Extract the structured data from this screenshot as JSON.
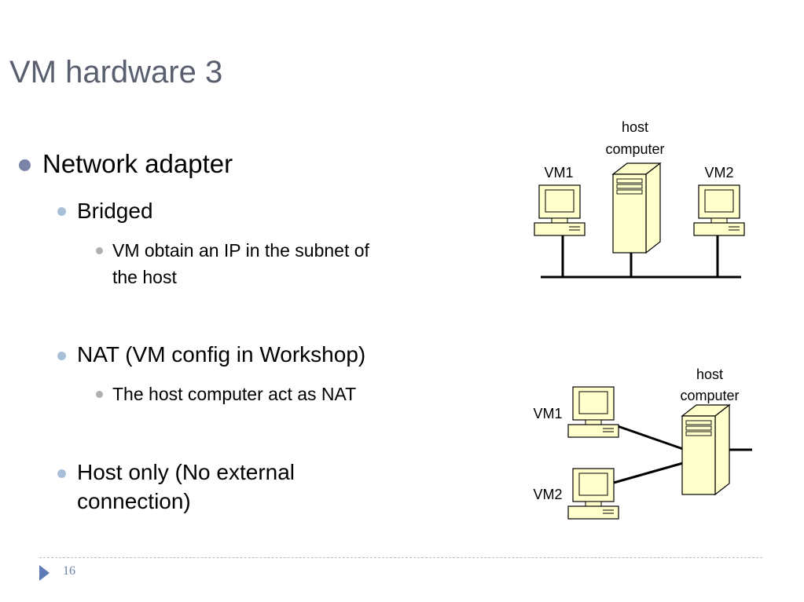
{
  "slide": {
    "title": "VM hardware 3",
    "page_number": "16"
  },
  "bullets": {
    "network_adapter": "Network adapter",
    "bridged": "Bridged",
    "bridged_detail_line1": "VM obtain an IP in the subnet of",
    "bridged_detail_line2": "the host",
    "nat": "NAT (VM config in Workshop)",
    "nat_detail": "The host computer act as NAT",
    "host_only_line1": "Host only (No external",
    "host_only_line2": "connection)"
  },
  "diagram_bridged": {
    "host_label_line1": "host",
    "host_label_line2": "computer",
    "vm1_label": "VM1",
    "vm2_label": "VM2"
  },
  "diagram_nat": {
    "host_label_line1": "host",
    "host_label_line2": "computer",
    "vm1_label": "VM1",
    "vm2_label": "VM2"
  },
  "colors": {
    "title": "#5a5f70",
    "level1_bullet": "#7a84a8",
    "level2_bullet": "#a9bfd9",
    "level3_bullet": "#b0b0b0",
    "device_fill": "#ffffcc",
    "accent": "#5c7bb8"
  }
}
